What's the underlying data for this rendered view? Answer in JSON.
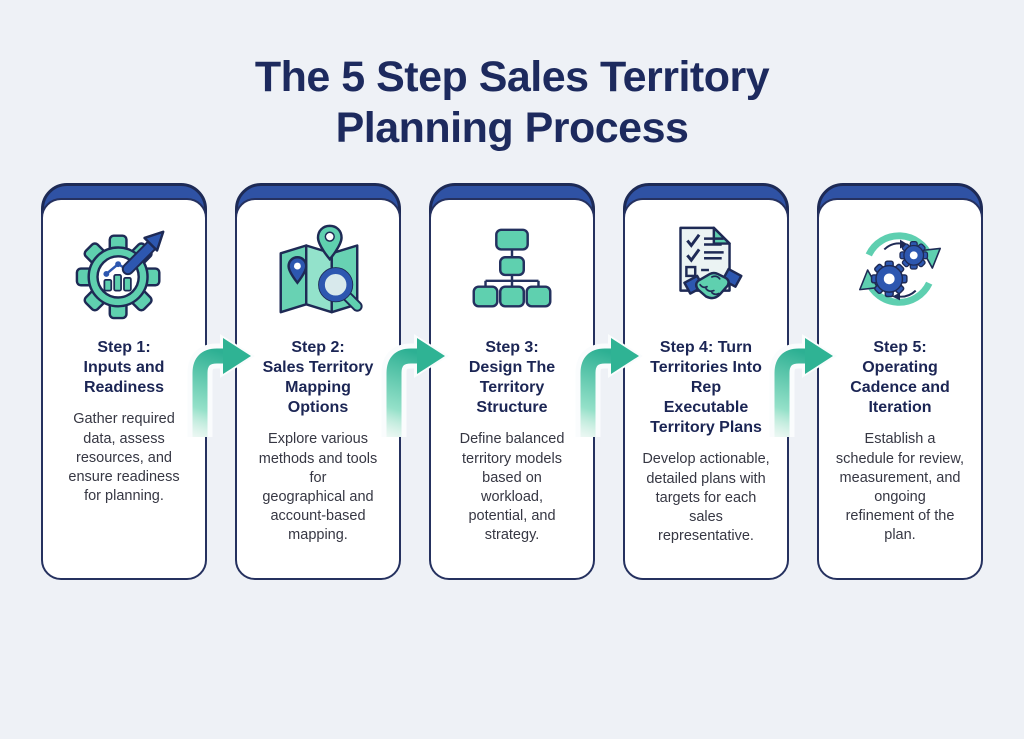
{
  "infographic": {
    "title": "The 5 Step Sales Territory\nPlanning Process"
  },
  "colors": {
    "background": "#eef1f6",
    "title_navy": "#1d2a5e",
    "outline_navy": "#1e2a55",
    "tab_blue": "#2f52a4",
    "icon_teal": "#5fd0af",
    "icon_teal_light": "#93e2cb",
    "icon_blue": "#2d57b0",
    "arrow_teal": "#2fb394",
    "card_white": "#ffffff",
    "body_text": "#363743"
  },
  "steps": [
    {
      "icon": "gear-growth-chart-icon",
      "title": "Step 1:\nInputs and\nReadiness",
      "description": "Gather required\ndata, assess\nresources, and\nensure readiness\nfor planning."
    },
    {
      "icon": "territory-map-icon",
      "title": "Step 2:\nSales Territory\nMapping\nOptions",
      "description": "Explore various\nmethods and tools\nfor\ngeographical and\naccount-based\nmapping."
    },
    {
      "icon": "hierarchy-structure-icon",
      "title": "Step 3:\nDesign The\nTerritory\nStructure",
      "description": "Define balanced\nterritory models\nbased on\nworkload,\npotential, and\nstrategy."
    },
    {
      "icon": "plan-handshake-icon",
      "title": "Step 4: Turn\nTerritories Into\nRep\nExecutable\nTerritory Plans",
      "description": "Develop actionable,\ndetailed plans with\ntargets for each\nsales\nrepresentative."
    },
    {
      "icon": "cycle-gears-icon",
      "title": "Step 5:\nOperating\nCadence and\nIteration",
      "description": "Establish a\nschedule for review,\nmeasurement, and\nongoing\nrefinement of the\nplan."
    }
  ]
}
